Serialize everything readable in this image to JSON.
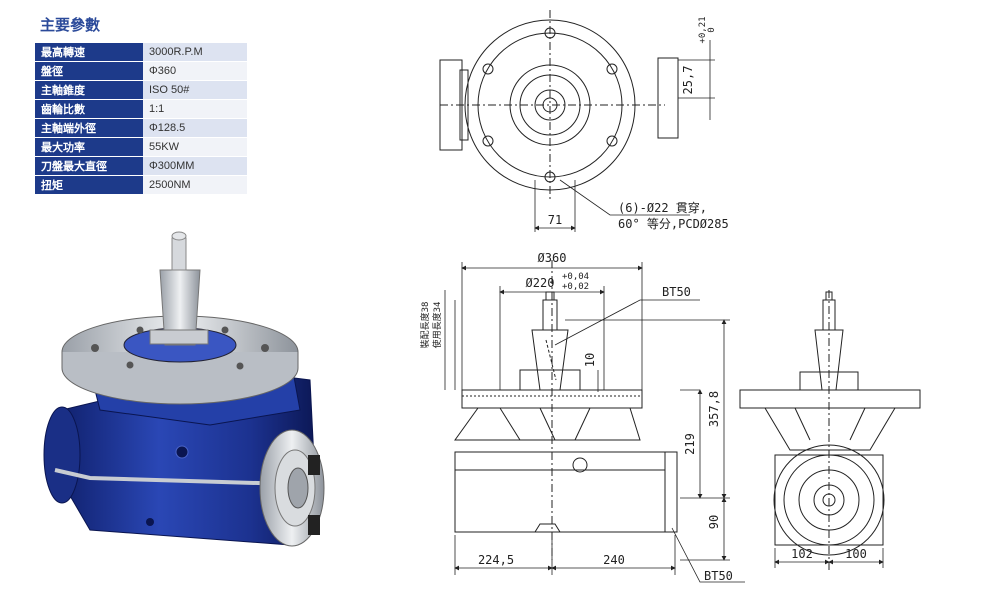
{
  "section_title": "主要參數",
  "specs": [
    {
      "label": "最高轉速",
      "value": "3000R.P.M"
    },
    {
      "label": "盤徑",
      "value": "Φ360"
    },
    {
      "label": "主軸錐度",
      "value": "ISO 50#"
    },
    {
      "label": "齒輪比數",
      "value": "1:1"
    },
    {
      "label": "主軸端外徑",
      "value": "Φ128.5"
    },
    {
      "label": "最大功率",
      "value": "55KW"
    },
    {
      "label": "刀盤最大直徑",
      "value": "Φ300MM"
    },
    {
      "label": "扭矩",
      "value": "2500NM"
    }
  ],
  "drawing": {
    "top_view": {
      "dim_25_7": "25,7",
      "tol_25_7_upper": "+0,21",
      "tol_25_7_lower": "0",
      "dim_71": "71",
      "note_line1": "(6)-Ø22 貫穿,",
      "note_line2": "60° 等分,PCDØ285"
    },
    "front_view": {
      "dia_360": "Ø360",
      "dia_220": "Ø220",
      "tol_220_upper": "+0,04",
      "tol_220_lower": "+0,02",
      "bt50_top": "BT50",
      "bt50_bottom": "BT50",
      "install_len": "裝配長度38",
      "use_len": "使用長度34",
      "dim_10": "10",
      "dim_219": "219",
      "dim_357_8": "357,8",
      "dim_90": "90",
      "dim_224_5": "224,5",
      "dim_240": "240"
    },
    "side_view": {
      "dim_102": "102",
      "dim_100": "100"
    }
  },
  "colors": {
    "table_header": "#1d3a8a",
    "title": "#2b4a9a",
    "body_blue": "#233c9c"
  }
}
